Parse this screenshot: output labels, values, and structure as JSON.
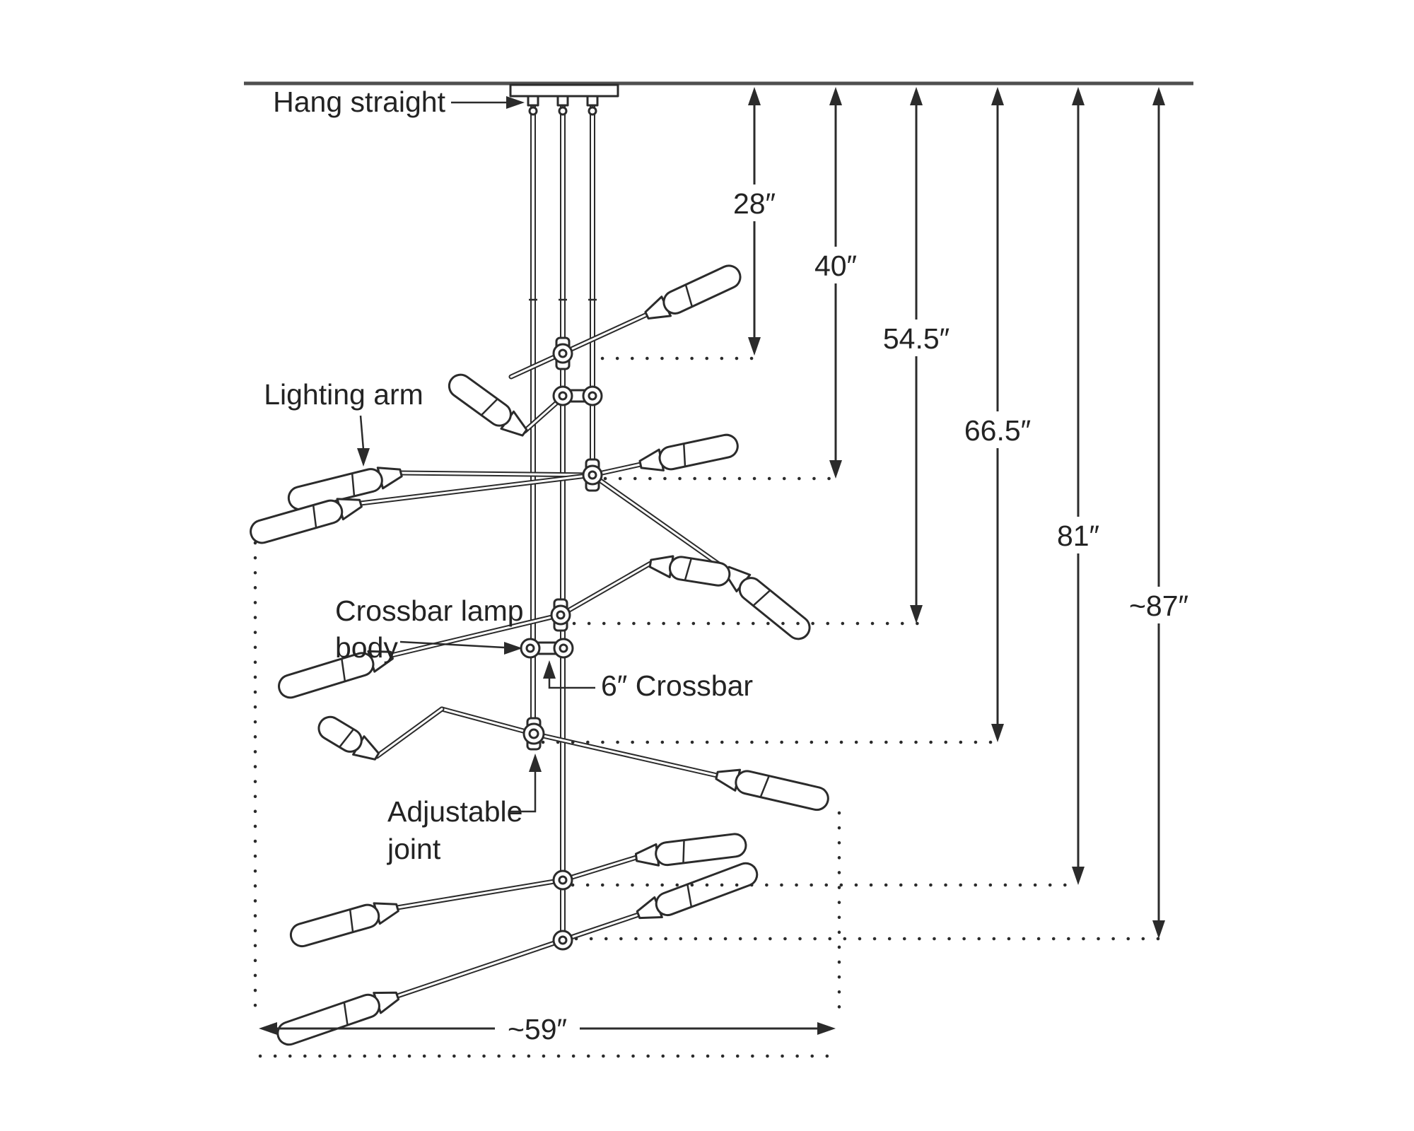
{
  "diagram": {
    "type": "technical-dimension-drawing",
    "subject": "Adjustable multi-arm ceiling lighting fixture (chandelier) with dimension callouts",
    "part_labels": {
      "hang_straight": "Hang straight",
      "lighting_arm": "Lighting arm",
      "crossbar_lamp_body_line1": "Crossbar lamp",
      "crossbar_lamp_body_line2": "body",
      "six_inch_crossbar": "6″ Crossbar",
      "adjustable_joint_line1": "Adjustable",
      "adjustable_joint_line2": "joint"
    },
    "dimensions": {
      "vertical_drops_from_ceiling": [
        {
          "label": "28″"
        },
        {
          "label": "40″"
        },
        {
          "label": "54.5″"
        },
        {
          "label": "66.5″"
        },
        {
          "label": "81″"
        },
        {
          "label": "~87″"
        }
      ],
      "overall_width": {
        "label": "~59″"
      }
    },
    "colors": {
      "line": "#2b2b2b",
      "ceiling_line": "#4f4f4f",
      "background": "#ffffff",
      "text": "#232323"
    }
  }
}
